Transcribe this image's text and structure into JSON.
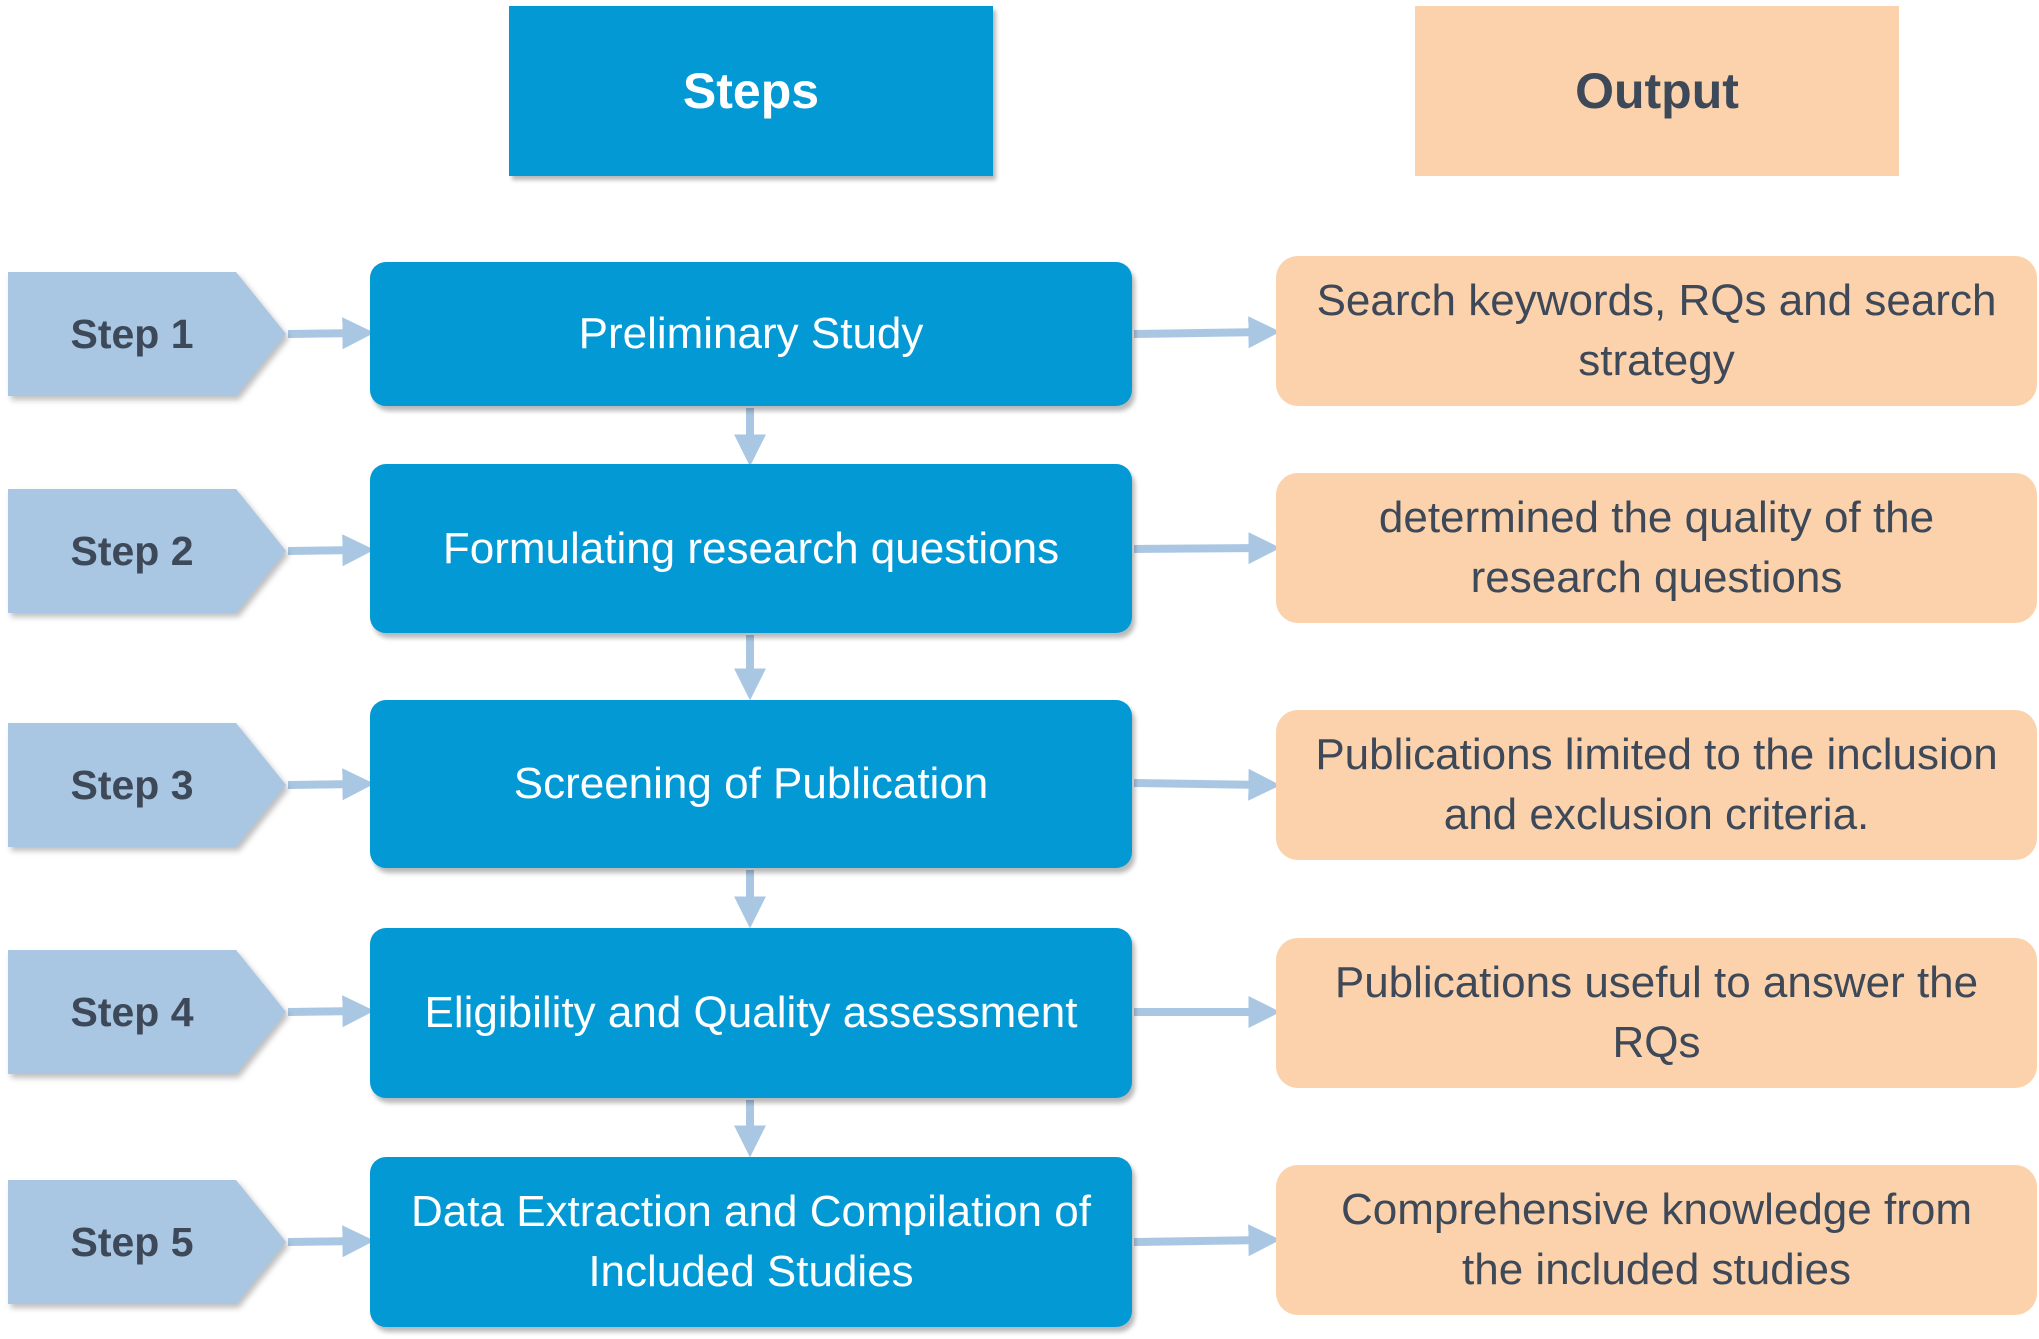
{
  "headers": {
    "steps": "Steps",
    "output": "Output"
  },
  "rows": [
    {
      "tag": "Step 1",
      "step": "Preliminary Study",
      "output": "Search keywords, RQs and search strategy"
    },
    {
      "tag": "Step 2",
      "step": "Formulating research questions",
      "output": "determined the quality of the research questions"
    },
    {
      "tag": "Step 3",
      "step": "Screening of Publication",
      "output": "Publications limited to the inclusion and exclusion criteria."
    },
    {
      "tag": "Step 4",
      "step": "Eligibility and Quality assessment",
      "output": "Publications useful to answer the RQs"
    },
    {
      "tag": "Step 5",
      "step": "Data Extraction and Compilation of Included Studies",
      "output": "Comprehensive knowledge from the included studies"
    }
  ],
  "colors": {
    "step_box": "#0399d5",
    "output_box": "#fbd2ab",
    "tag": "#a9c7e2",
    "arrow": "#a9c7e2",
    "dark_text": "#3d4858"
  }
}
